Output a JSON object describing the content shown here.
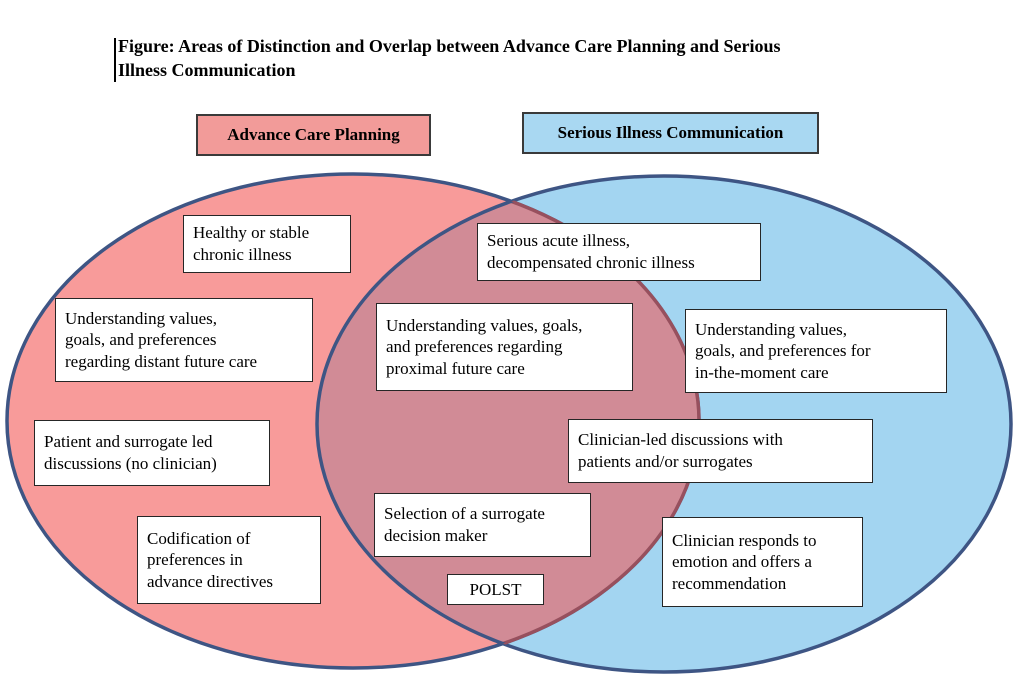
{
  "title": {
    "lines": [
      "Figure: Areas of Distinction and Overlap between Advance Care Planning and Serious",
      "Illness Communication"
    ]
  },
  "legend": {
    "acp": {
      "label": "Advance Care Planning",
      "bg": "#F29B99"
    },
    "sic": {
      "label": "Serious Illness Communication",
      "bg": "#A9D8F2"
    }
  },
  "venn": {
    "colors": {
      "left_fill": "#F89B9A",
      "right_fill": "#A3D5F1",
      "overlap_fill": "#D18B96",
      "ellipse_stroke": "#3E5584",
      "overlap_left_arc_stroke": "#97505E"
    },
    "left_circle_label": "Advance Care Planning",
    "right_circle_label": "Serious Illness Communication",
    "boxes": [
      {
        "region": "left",
        "lines": [
          "Healthy or stable",
          "chronic illness"
        ]
      },
      {
        "region": "left",
        "lines": [
          "Understanding values,",
          "goals, and preferences",
          "regarding distant future care"
        ]
      },
      {
        "region": "left",
        "lines": [
          "Patient and surrogate led",
          "discussions (no clinician)"
        ]
      },
      {
        "region": "left",
        "lines": [
          "Codification of",
          "preferences in",
          "advance directives"
        ]
      },
      {
        "region": "overlap",
        "lines": [
          "Serious acute illness,",
          "decompensated chronic illness"
        ]
      },
      {
        "region": "overlap",
        "lines": [
          "Understanding values, goals,",
          "and preferences regarding",
          "proximal future care"
        ]
      },
      {
        "region": "overlap",
        "lines": [
          "Selection of a surrogate",
          "decision maker"
        ]
      },
      {
        "region": "overlap",
        "lines": [
          "POLST"
        ]
      },
      {
        "region": "right",
        "lines": [
          "Understanding values,",
          "goals, and preferences for",
          "in-the-moment care"
        ]
      },
      {
        "region": "right",
        "lines": [
          "Clinician-led discussions with",
          "patients and/or surrogates"
        ]
      },
      {
        "region": "right",
        "lines": [
          "Clinician responds to",
          "emotion and offers a",
          "recommendation"
        ]
      }
    ]
  }
}
